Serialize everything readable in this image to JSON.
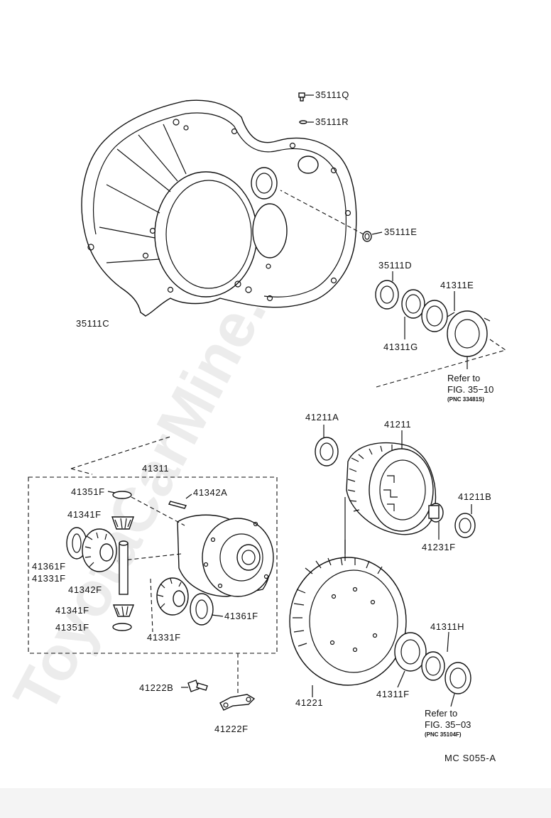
{
  "watermark": "ToyotaCarMine.ru",
  "figure_code": "MC  S055-A",
  "part_labels": {
    "p35111Q": "35111Q",
    "p35111R": "35111R",
    "p35111E": "35111E",
    "p35111D": "35111D",
    "p41311E": "41311E",
    "p41311G": "41311G",
    "p35111C": "35111C",
    "p41211A": "41211A",
    "p41211": "41211",
    "p41211B": "41211B",
    "p41231F": "41231F",
    "p41311": "41311",
    "p41351F_top": "41351F",
    "p41342A": "41342A",
    "p41341F_top": "41341F",
    "p41361F_left": "41361F",
    "p41331F_left": "41331F",
    "p41342F": "41342F",
    "p41341F_bot": "41341F",
    "p41351F_bot": "41351F",
    "p41331F_bot": "41331F",
    "p41361F_right": "41361F",
    "p41222B": "41222B",
    "p41222F": "41222F",
    "p41221": "41221",
    "p41311F": "41311F",
    "p41311H": "41311H"
  },
  "references": {
    "ref1": {
      "line1": "Refer to",
      "line2": "FIG. 35−10",
      "line3": "(PNC 33481S)"
    },
    "ref2": {
      "line1": "Refer to",
      "line2": "FIG. 35−03",
      "line3": "(PNC 35104F)"
    }
  }
}
